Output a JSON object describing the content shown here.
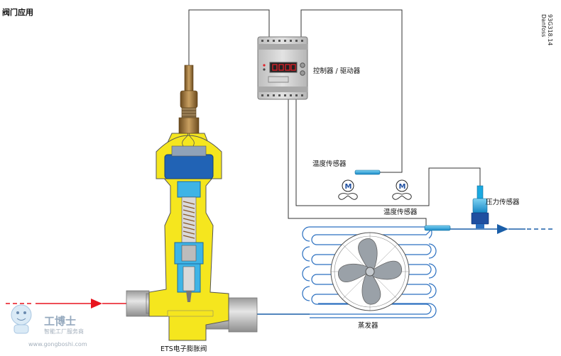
{
  "header": {
    "title": "阀门应用"
  },
  "brand": {
    "name": "Danfoss",
    "code": "93G318.14"
  },
  "labels": {
    "controller": "控制器 / 驱动器",
    "temp_sensor_top": "温度传感器",
    "temp_sensor_bottom": "温度传感器",
    "pressure_sensor": "压力传感器",
    "evaporator": "蒸发器",
    "valve": "ETS电子膨胀阀",
    "motor_symbol": "M"
  },
  "watermark": {
    "logo_text": "工博士",
    "tagline": "智能工厂服务商",
    "url": "www.gongboshi.com"
  },
  "colors": {
    "valve_yellow": "#f5e61e",
    "pipe_gray": "#b3b3b3",
    "inlet_red": "#e8141e",
    "flow_blue": "#1a5ea8",
    "coil_blue": "#2a6fc0",
    "fan_gray": "#9aa1a8",
    "sensor_cyan": "#1aa9e0",
    "motor_blue": "#1f4fa0",
    "controller_gray": "#c8c8c8"
  }
}
